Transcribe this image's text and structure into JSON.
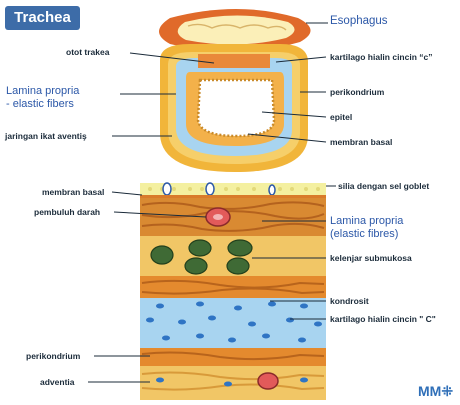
{
  "title": "Trachea",
  "labels": {
    "esophagus": "Esophagus",
    "otot_trakea": "otot trakea",
    "kartilago_top": "kartilago hialin cincin “c”",
    "lamina_top_1": "Lamina propria",
    "lamina_top_2": "- elastic fibers",
    "perikondrium_top": "perikondrium",
    "epitel": "epitel",
    "jaringan": "jaringan ikat aventiş",
    "membran_basal_top": "membran basal",
    "membran_basal_bottom": "membran basal",
    "silia": "silia dengan sel goblet",
    "pembuluh": "pembuluh darah",
    "lamina_bottom_1": "Lamina propria",
    "lamina_bottom_2": "(elastic fibres)",
    "kelenjar": "kelenjar submukosa",
    "kondrosit": "kondrosit",
    "kartilago_bottom": "kartilago hialin cincin \" C\"",
    "perikondrium_bottom": "perikondrium",
    "adventia": "adventia"
  },
  "logo": "MM⁜",
  "colors": {
    "title_bg": "#3d6ca8",
    "outer_ring": "#e8a22e",
    "cartilage": "#a8d4f0",
    "esophagus": "#e06a2a",
    "lumen_dots": "#c98a2a"
  }
}
